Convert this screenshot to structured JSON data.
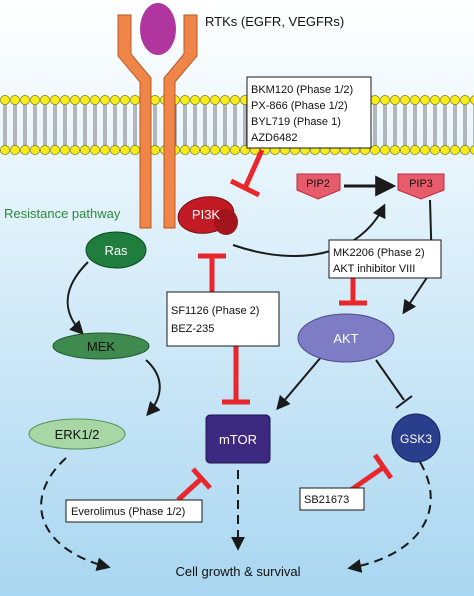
{
  "receptor": {
    "label": "RTKs (EGFR, VEGFRs)"
  },
  "resistance": {
    "label": "Resistance pathway"
  },
  "nodes": {
    "pi3k": "PI3K",
    "pip2": "PIP2",
    "pip3": "PIP3",
    "ras": "Ras",
    "mek": "MEK",
    "erk": "ERK1/2",
    "akt": "AKT",
    "mtor": "mTOR",
    "gsk3": "GSK3"
  },
  "inhibitor_boxes": {
    "pi3k_inhibitors": [
      "BKM120 (Phase 1/2)",
      "PX-866 (Phase 1/2)",
      "BYL719 (Phase 1)",
      "AZD6482"
    ],
    "akt_inhibitors": [
      "MK2206 (Phase 2)",
      "AKT inhibitor VIII"
    ],
    "dual_inhibitors": [
      "SF1126 (Phase 2)",
      "BEZ-235"
    ],
    "mtor_inhibitor": "Everolimus (Phase 1/2)",
    "gsk3_inhibitor": "SB21673"
  },
  "outcome": "Cell growth & survival",
  "colors": {
    "background_top": "#ffffff",
    "background_bottom": "#a9d6f1",
    "membrane_head": "#f7ec1a",
    "receptor": "#f0854a",
    "ligand": "#b0359f",
    "pi3k": "#c21b24",
    "pip": "#e85b6a",
    "ras": "#1f7d3d",
    "mek": "#3f8a4e",
    "erk": "#a8d7a6",
    "akt": "#7d7cc4",
    "mtor": "#3c2a80",
    "gsk3": "#2a3e8e",
    "inhibition": "#e8262b",
    "resistance_text": "#2a8a3e"
  }
}
